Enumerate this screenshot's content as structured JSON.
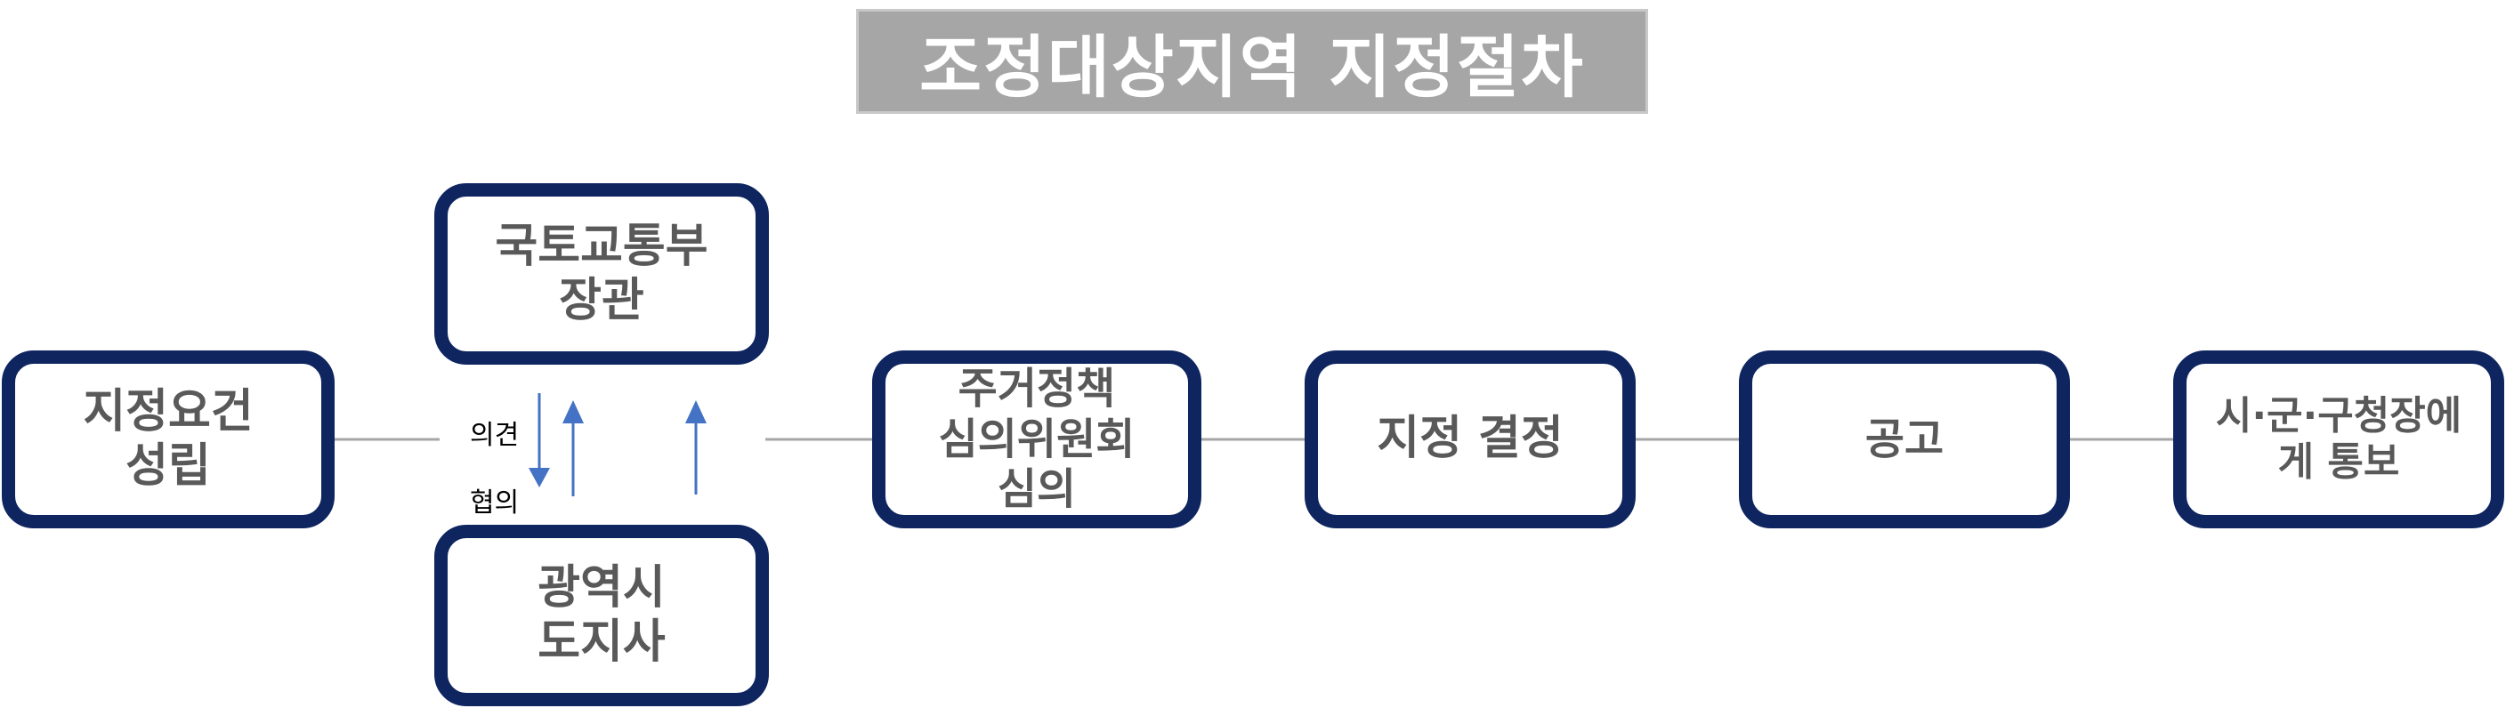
{
  "title": "조정대상지역 지정절차",
  "boxes": {
    "requirement": "지정요건\n성립",
    "minister": "국토교통부\n장관",
    "governor": "광역시\n도지사",
    "committee": "주거정책\n심의위원회\n심의",
    "decision": "지정 결정",
    "announce": "공고",
    "notify": "시·군·구청장에\n게 통보"
  },
  "labels": {
    "opinion": "의견",
    "consult": "협의"
  },
  "colors": {
    "box_border": "#0f2560",
    "box_text": "#595959",
    "title_bg": "#a6a6a6",
    "connector": "#a6a6a6",
    "arrow": "#4472c4"
  }
}
